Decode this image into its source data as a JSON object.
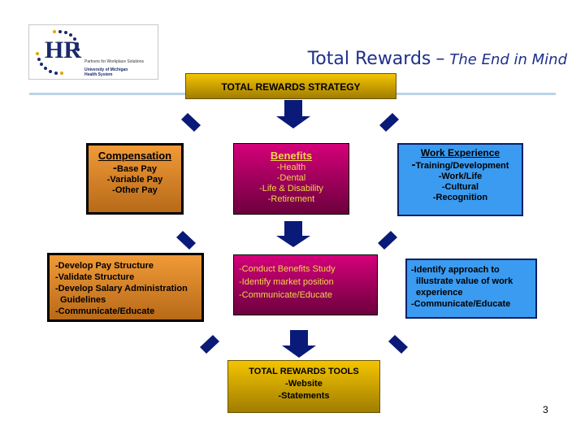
{
  "logo": {
    "mark": "HR",
    "line1": "Partners for Workplace Solutions",
    "line2": "University of Michigan",
    "line3": "Health System"
  },
  "title": {
    "main": "Total Rewards",
    "separator": "–",
    "sub": "The End in Mind"
  },
  "strategy": {
    "label": "TOTAL REWARDS STRATEGY"
  },
  "compensation": {
    "heading": "Compensation",
    "items": [
      "Base Pay",
      "-Variable Pay",
      "-Other Pay"
    ]
  },
  "benefits": {
    "heading": "Benefits",
    "items": [
      "-Health",
      "-Dental",
      "-Life & Disability",
      "-Retirement"
    ]
  },
  "work_experience": {
    "heading": "Work Experience",
    "items": [
      "Training/Development",
      "-Work/Life",
      "-Cultural",
      "-Recognition"
    ]
  },
  "pay_actions": {
    "items": [
      "-Develop Pay Structure",
      "-Validate Structure",
      "-Develop Salary Administration",
      "Guidelines",
      "-Communicate/Educate"
    ]
  },
  "benefits_actions": {
    "items": [
      "-Conduct Benefits Study",
      "-Identify market position",
      "-Communicate/Educate"
    ]
  },
  "work_actions": {
    "items": [
      "-Identify approach to",
      "illustrate value of work",
      "experience",
      "-Communicate/Educate"
    ]
  },
  "tools": {
    "heading": "TOTAL REWARDS TOOLS",
    "items": [
      "-Website",
      "-Statements"
    ]
  },
  "page_number": "3",
  "colors": {
    "title": "#1f2f8c",
    "arrow": "#0a1a78",
    "gold": "#f4c400",
    "orange": "#f09a38",
    "magenta": "#d4007a",
    "blue": "#3a9bf0",
    "rule": "#b9d4e6"
  }
}
